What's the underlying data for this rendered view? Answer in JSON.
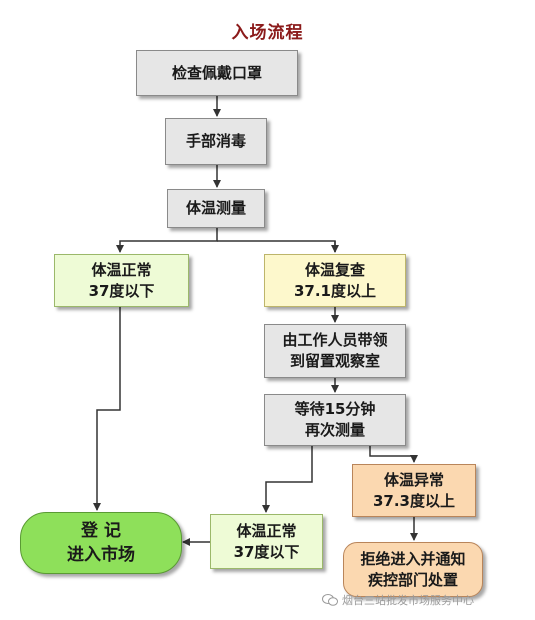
{
  "title": "入场流程",
  "nodes": {
    "check_mask": "检查佩戴口罩",
    "hand_disinfect": "手部消毒",
    "temp_measure": "体温测量",
    "normal_left": {
      "line1": "体温正常",
      "line2": "37度以下"
    },
    "recheck": {
      "line1": "体温复查",
      "line2": "37.1度以上"
    },
    "observe": {
      "line1": "由工作人员带领",
      "line2": "到留置观察室"
    },
    "wait": {
      "line1": "等待15分钟",
      "line2": "再次测量"
    },
    "abnormal": {
      "line1": "体温异常",
      "line2": "37.3度以上"
    },
    "normal_right": {
      "line1": "体温正常",
      "line2": "37度以下"
    },
    "register": {
      "line1": "登 记",
      "line2": "进入市场"
    },
    "refuse": {
      "line1": "拒绝进入并通知",
      "line2": "疾控部门处置"
    }
  },
  "watermark": "烟台三站批发市场服务中心",
  "colors": {
    "title": "#8b1a1a",
    "grey_box": "#e6e6e6",
    "green_box": "#eefbd6",
    "yellow_box": "#fdf8cc",
    "orange_box": "#fbd8b0",
    "register_box": "#8ee05a",
    "line": "#333333"
  }
}
